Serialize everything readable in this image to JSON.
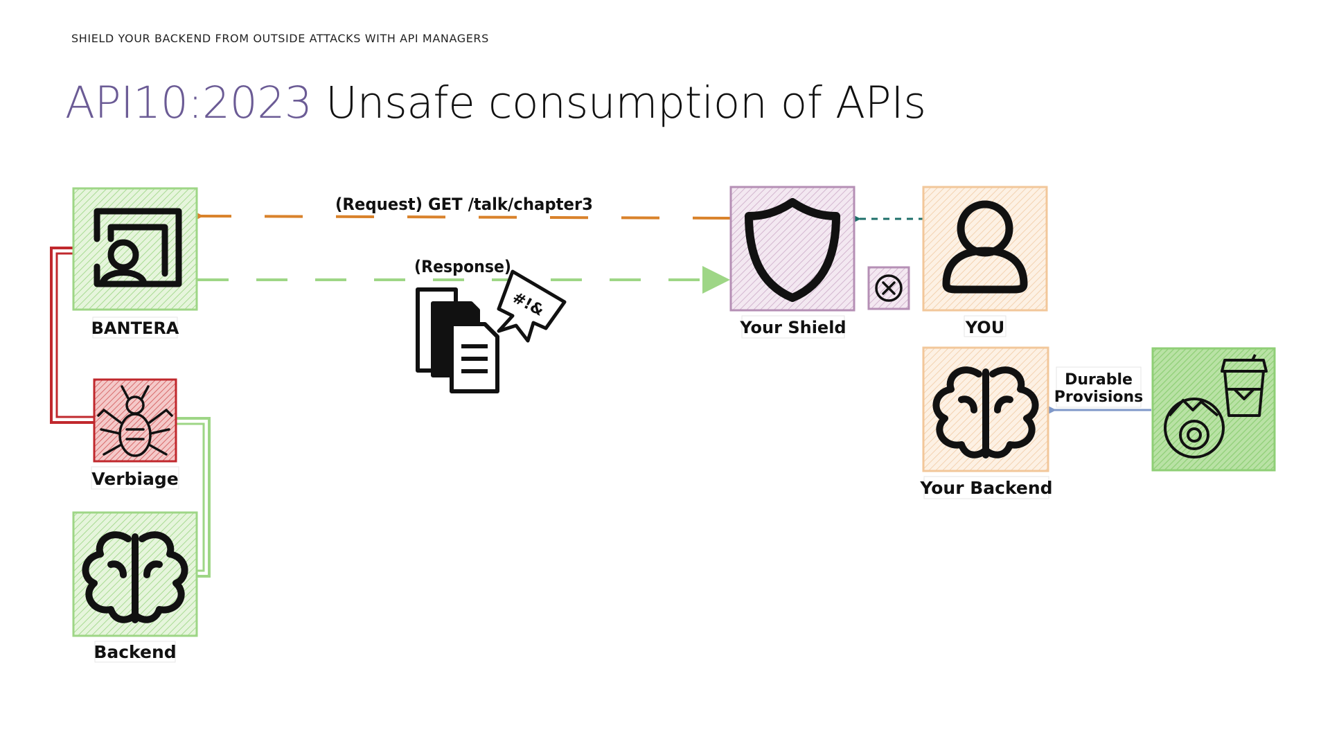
{
  "header": {
    "kicker": "SHIELD YOUR BACKEND FROM OUTSIDE ATTACKS WITH API MANAGERS",
    "title_accent": "API10:2023",
    "title_rest": "Unsafe consumption of APIs"
  },
  "nodes": {
    "bantera": "BANTERA",
    "verbiage": "Verbiage",
    "backend": "Backend",
    "shield": "Your Shield",
    "you": "YOU",
    "your_backend": "Your Backend"
  },
  "edges": {
    "request": "(Request) GET /talk/chapter3",
    "response": "(Response)",
    "provisions_line1": "Durable",
    "provisions_line2": "Provisions"
  },
  "icons": {
    "speech_symbols": "#!&"
  },
  "colors": {
    "title_accent": "#6b5b95",
    "green": "#9ed686",
    "orange": "#d9822b",
    "red": "#c0282d",
    "purple": "#b58fb5",
    "peach": "#f2c79a",
    "teal": "#1e6f6a",
    "blue": "#7f98c8"
  }
}
